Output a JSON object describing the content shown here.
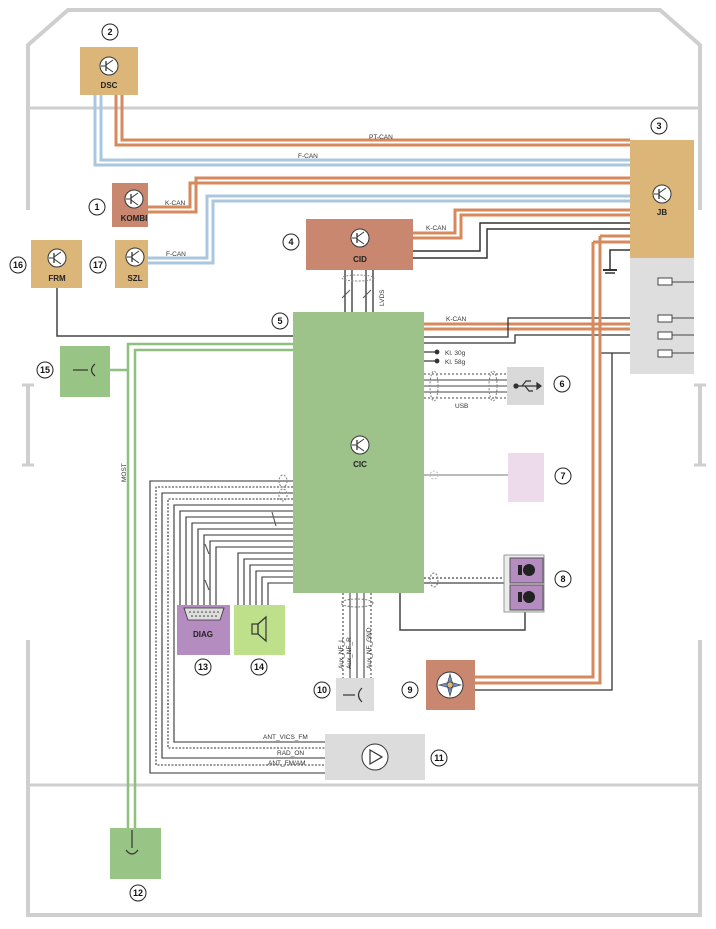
{
  "colors": {
    "ecu_tan": "#dcb679",
    "ecu_rust": "#c8876e",
    "cic_green": "#9ec38a",
    "most_green": "#98c485",
    "diag_purple": "#b48cc0",
    "speaker_green": "#bfe08b",
    "usb_grey": "#d9d9d9",
    "pink_box": "#eddbeb",
    "jb_grey": "#dedede",
    "can_orange": "#d7895e",
    "fcan_blue": "#a9c7df",
    "wire_dark": "#333333",
    "most_line": "#8fc07d",
    "body_outline": "#cfcfcf"
  },
  "components": {
    "dsc": "DSC",
    "kombi": "KOMBI",
    "szl": "SZL",
    "frm": "FRM",
    "cid": "CID",
    "jb": "JB",
    "cic": "CIC",
    "diag": "DIAG"
  },
  "numbers": {
    "n1": "1",
    "n2": "2",
    "n3": "3",
    "n4": "4",
    "n5": "5",
    "n6": "6",
    "n7": "7",
    "n8": "8",
    "n9": "9",
    "n10": "10",
    "n11": "11",
    "n12": "12",
    "n13": "13",
    "n14": "14",
    "n15": "15",
    "n16": "16",
    "n17": "17"
  },
  "wire_labels": {
    "pt_can": "PT-CAN",
    "f_can_top": "F-CAN",
    "k_can_kombi": "K-CAN",
    "f_can_szl": "F-CAN",
    "k_can_cid": "K-CAN",
    "k_can_cic": "K-CAN",
    "lvds": "LVDS",
    "kl30g": "Kl. 30g",
    "kl58g": "Kl. 58g",
    "usb": "USB",
    "most": "MOST",
    "aux_nf_l": "Aux_NF_L",
    "aux_nf_r": "Aux_NF_R",
    "aux_nf_gnd": "Aux_NF_GND",
    "ant_vics_fm": "ANT_VICS_FM",
    "rad_on": "RAD_ON",
    "ant_fm_am": "ANT_FM/AM"
  }
}
